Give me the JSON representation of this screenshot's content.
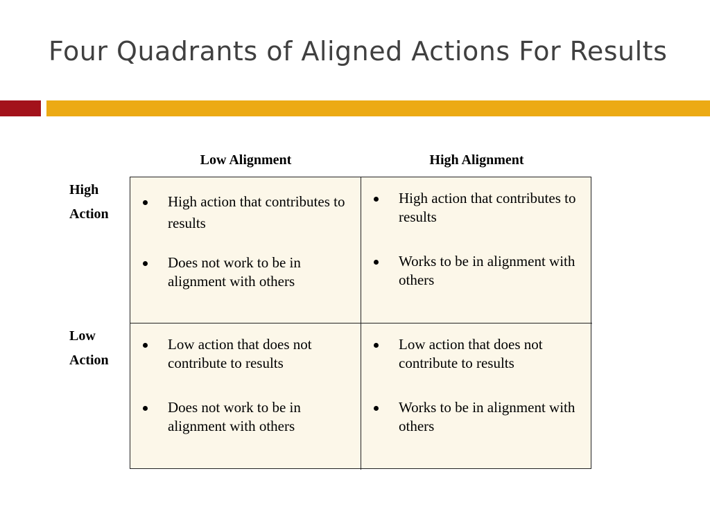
{
  "slide": {
    "title": "Four Quadrants of Aligned Actions For Results"
  },
  "theme": {
    "accent_red": "#a3121b",
    "accent_gold": "#ecaa14",
    "cell_background": "#fcf7e9"
  },
  "matrix": {
    "columns": [
      "Low Alignment",
      "High Alignment"
    ],
    "rows": [
      [
        "High",
        "Action"
      ],
      [
        "Low",
        "Action"
      ]
    ],
    "cells": [
      [
        [
          "High action that contributes to results",
          "Does not work to be in alignment with others"
        ],
        [
          "High action that contributes to results",
          "Works to be in alignment with others"
        ]
      ],
      [
        [
          "Low action that does not contribute to results",
          "Does not work to be in alignment with others"
        ],
        [
          "Low action that does not contribute to results",
          "Works to be in alignment with others"
        ]
      ]
    ]
  }
}
